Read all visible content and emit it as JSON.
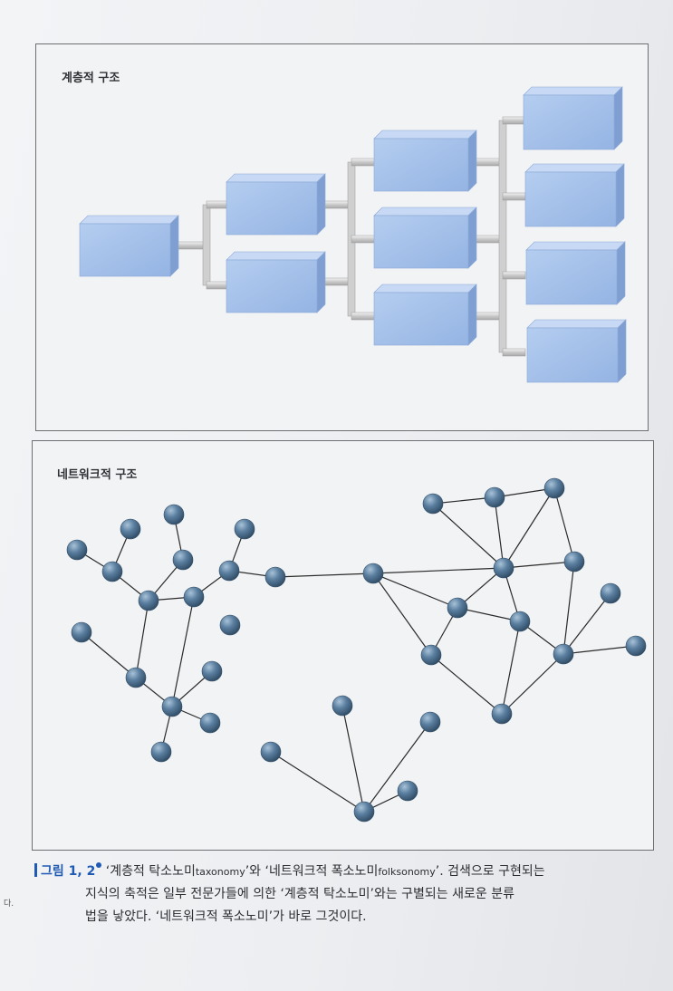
{
  "hierarchy": {
    "title": "계층적 구조"
  },
  "network": {
    "title": "네트워크적 구조"
  },
  "caption": {
    "label": "그림 1, 2",
    "line1_a": "‘계층적 탁소노미",
    "line1_b": "taxonomy",
    "line1_c": "’와 ‘네트워크적 폭소노미",
    "line1_d": "folksonomy",
    "line1_e": "’. 검색으로 구현되는",
    "line2": "지식의 축적은 일부 전문가들에 의한 ‘계층적 탁소노미’와는 구별되는 새로운 분류",
    "line3": "법을 낳았다. ‘네트워크적 폭소노미’가 바로 그것이다."
  },
  "margin_mark": "다.",
  "colors": {
    "accent": "#1f5bb5",
    "box": "#a9c3ea",
    "node": "#4f7394",
    "line": "#2a2a2a"
  }
}
